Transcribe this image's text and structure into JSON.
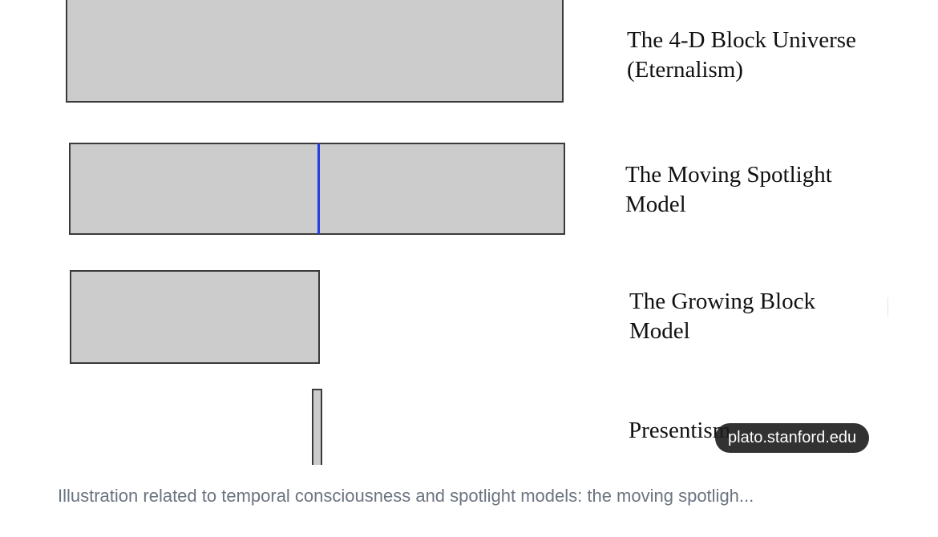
{
  "diagram": {
    "models": [
      {
        "id": "eternalism",
        "title_line1": "The 4-D Block Universe",
        "title_line2": "(Eternalism)"
      },
      {
        "id": "moving-spotlight",
        "title_line1": "The Moving Spotlight",
        "title_line2": "Model"
      },
      {
        "id": "growing-block",
        "title_line1": "The Growing Block",
        "title_line2": "Model"
      },
      {
        "id": "presentism",
        "title_line1": "Presentism",
        "title_line2": ""
      }
    ],
    "colors": {
      "block_fill": "#cccccc",
      "block_border": "#3a3a3a",
      "spotlight": "#1f3fe0"
    }
  },
  "source": {
    "domain": "plato.stanford.edu"
  },
  "caption": {
    "text": "Illustration related to temporal consciousness and spotlight models: the moving spotligh..."
  }
}
